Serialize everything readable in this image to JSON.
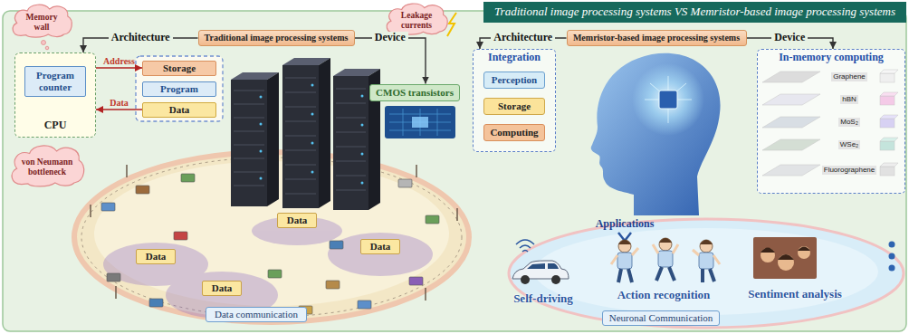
{
  "diagram": {
    "title": "Traditional image processing systems VS Memristor-based image processing systems",
    "nodes": [
      {
        "text": [
          "Traditional image processing systems"
        ]
      },
      {
        "text": [
          "Memory wall"
        ]
      },
      {
        "text": [
          "Leakage currents"
        ]
      },
      {
        "text": [
          "CPU"
        ]
      },
      {
        "text": [
          "Program counter"
        ],
        "in": 3
      },
      {
        "text": [
          "Storage"
        ]
      },
      {
        "text": [
          "Program"
        ]
      },
      {
        "text": [
          "Data"
        ]
      },
      {
        "text": [
          "von Neumann bottleneck"
        ]
      },
      {
        "text": [
          "CMOS transistors"
        ]
      },
      {
        "text": [
          "Data"
        ]
      },
      {
        "text": [
          "Data"
        ]
      },
      {
        "text": [
          "Data"
        ]
      },
      {
        "text": [
          "Data"
        ]
      },
      {
        "text": [
          "Data communication"
        ]
      },
      {
        "text": [
          "Memristor-based image processing systems"
        ]
      },
      {
        "text": [
          "Integration"
        ]
      },
      {
        "text": [
          "Perception"
        ],
        "in": 16
      },
      {
        "text": [
          "Storage"
        ],
        "in": 16
      },
      {
        "text": [
          "Computing"
        ],
        "in": 16
      },
      {
        "text": [
          "In-memory computing"
        ]
      },
      {
        "text": [
          "Neuronal Communication"
        ]
      }
    ],
    "edges": [
      {
        "from": 0,
        "to": 3,
        "label": "Architecture",
        "arrow": "to"
      },
      {
        "from": 0,
        "to": 9,
        "label": "Device",
        "arrow": "to"
      },
      {
        "from": 3,
        "to": 5,
        "label": "Address",
        "arrow": "to"
      },
      {
        "from": 7,
        "to": 3,
        "label": "Data",
        "arrow": "to"
      },
      {
        "from": 15,
        "to": 16,
        "label": "Architecture",
        "arrow": "to"
      },
      {
        "from": 15,
        "to": 20,
        "label": "Device",
        "arrow": "to"
      }
    ],
    "labels": [
      "Applications",
      "Self-driving",
      "Action recognition",
      "Sentiment analysis",
      "Graphene",
      "hBN",
      "MoS₂",
      "WSe₂",
      "Fluorographene"
    ]
  }
}
